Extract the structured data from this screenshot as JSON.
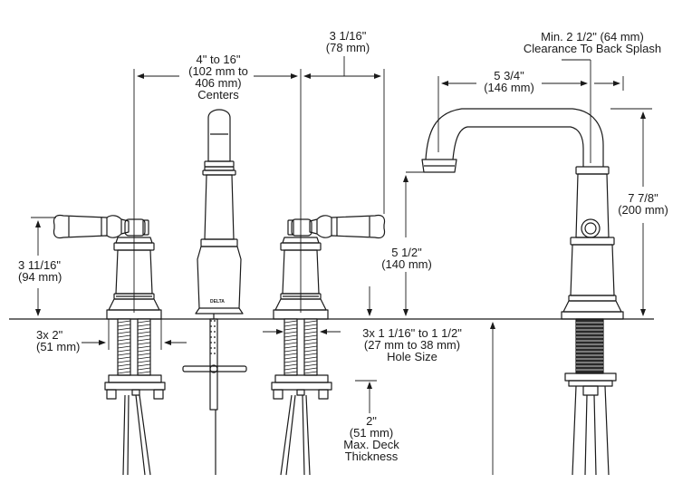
{
  "labels": {
    "centers": [
      "4\" to 16\"",
      "(102 mm to",
      "406 mm)",
      "Centers"
    ],
    "spout_reach_top": [
      "3 1/16\"",
      "(78 mm)"
    ],
    "clearance": [
      "Min. 2 1/2\" (64 mm)",
      "Clearance To Back Splash"
    ],
    "spout_reach": [
      "5 3/4\"",
      "(146 mm)"
    ],
    "height_total": [
      "7 7/8\"",
      "(200 mm)"
    ],
    "spout_height": [
      "5 1/2\"",
      "(140 mm)"
    ],
    "handle_height": [
      "3 11/16\"",
      "(94 mm)"
    ],
    "shank_dia": [
      "3x 2\"",
      "(51 mm)"
    ],
    "hole_size": [
      "3x 1 1/16\" to 1 1/2\"",
      "(27 mm to 38 mm)",
      "Hole Size"
    ],
    "deck_thickness": [
      "2\"",
      "(51 mm)",
      "Max. Deck",
      "Thickness"
    ]
  },
  "brand_mark": "DELTA",
  "colors": {
    "line": "#1a1a1a",
    "fill": "#ffffff",
    "thread": "#2a2a2a"
  }
}
